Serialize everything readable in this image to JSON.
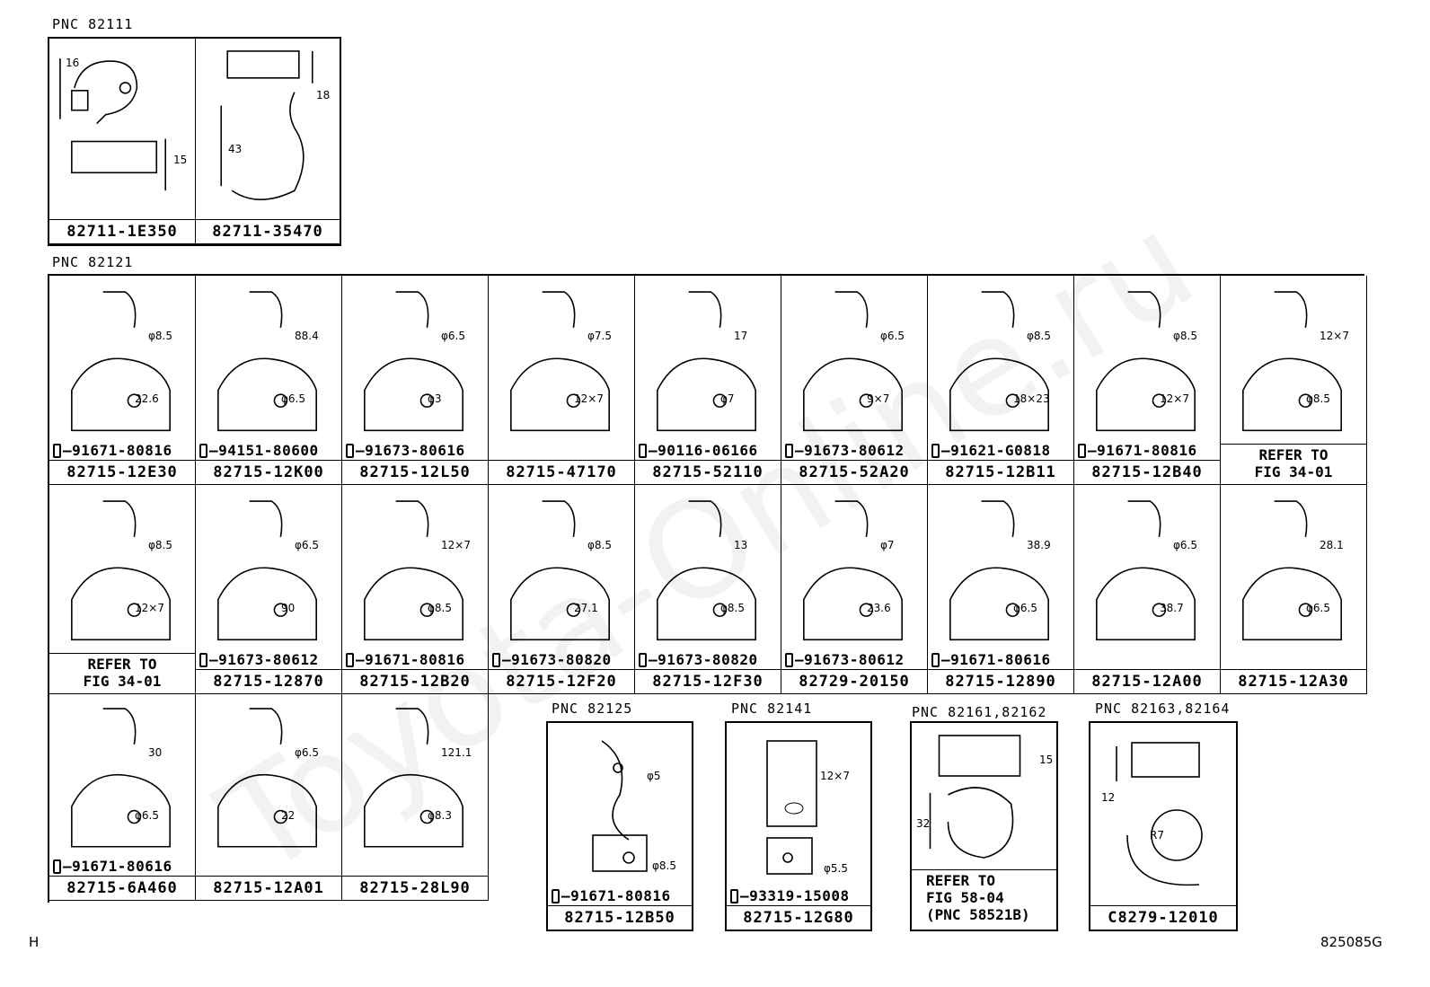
{
  "watermark": "Toyota-Online.ru",
  "page_code": "825085G",
  "page_letter": "H",
  "groups": [
    {
      "pnc": "PNC 82111",
      "parts": [
        "82711-1E350",
        "82711-35470"
      ]
    },
    {
      "pnc": "PNC 82121"
    },
    {
      "pnc": "PNC 82125",
      "parts": [
        "82715-12B50"
      ],
      "bolt": "91671-80816"
    },
    {
      "pnc": "PNC 82141",
      "parts": [
        "82715-12G80"
      ],
      "bolt": "93319-15008"
    },
    {
      "pnc": "PNC 82161,82162",
      "refer": "REFER TO\nFIG 58-04\n(PNC 58521B)"
    },
    {
      "pnc": "PNC 82163,82164",
      "parts": [
        "C8279-12010"
      ]
    }
  ],
  "row1": [
    {
      "part": "82715-12E30",
      "bolt": "91671-80816",
      "dims": [
        "φ8.5",
        "22.6"
      ]
    },
    {
      "part": "82715-12K00",
      "bolt": "94151-80600",
      "dims": [
        "88.4",
        "φ6.5"
      ]
    },
    {
      "part": "82715-12L50",
      "bolt": "91673-80616",
      "dims": [
        "φ6.5",
        "φ3"
      ]
    },
    {
      "part": "82715-47170",
      "dims": [
        "φ7.5",
        "12×7"
      ]
    },
    {
      "part": "82715-52110",
      "bolt": "90116-06166",
      "dims": [
        "17",
        "φ7"
      ]
    },
    {
      "part": "82715-52A20",
      "bolt": "91673-80612",
      "dims": [
        "φ6.5",
        "9×7"
      ]
    },
    {
      "part": "82715-12B11",
      "bolt": "91621-G0818",
      "dims": [
        "φ8.5",
        "18×23"
      ]
    },
    {
      "part": "82715-12B40",
      "bolt": "91671-80816",
      "dims": [
        "φ8.5",
        "12×7"
      ]
    },
    {
      "refer": "REFER TO\nFIG 34-01",
      "dims": [
        "12×7",
        "φ8.5"
      ]
    }
  ],
  "row2": [
    {
      "refer": "REFER TO\nFIG 34-01",
      "dims": [
        "φ8.5",
        "12×7"
      ]
    },
    {
      "part": "82715-12870",
      "bolt": "91673-80612",
      "dims": [
        "φ6.5",
        "90"
      ]
    },
    {
      "part": "82715-12B20",
      "bolt": "91671-80816",
      "dims": [
        "12×7",
        "φ8.5"
      ]
    },
    {
      "part": "82715-12F20",
      "bolt": "91673-80820",
      "dims": [
        "φ8.5",
        "27.1"
      ]
    },
    {
      "part": "82715-12F30",
      "bolt": "91673-80820",
      "dims": [
        "13",
        "φ8.5"
      ]
    },
    {
      "part": "82729-20150",
      "bolt": "91673-80612",
      "dims": [
        "φ7",
        "23.6"
      ]
    },
    {
      "part": "82715-12890",
      "bolt": "91671-80616",
      "dims": [
        "38.9",
        "φ6.5"
      ]
    },
    {
      "part": "82715-12A00",
      "dims": [
        "φ6.5",
        "38.7"
      ]
    },
    {
      "part": "82715-12A30",
      "dims": [
        "28.1",
        "φ6.5"
      ]
    }
  ],
  "row3": [
    {
      "part": "82715-6A460",
      "bolt": "91671-80616",
      "dims": [
        "30",
        "φ6.5"
      ]
    },
    {
      "part": "82715-12A01",
      "dims": [
        "φ6.5",
        "22"
      ]
    },
    {
      "part": "82715-28L90",
      "dims": [
        "121.1",
        "φ8.3"
      ]
    }
  ],
  "top_dims": {
    "a": [
      "16",
      "15"
    ],
    "b": [
      "18",
      "43"
    ]
  },
  "pnc125_dims": [
    "φ5",
    "φ8.5"
  ],
  "pnc141_dims": [
    "12×7",
    "φ5.5"
  ],
  "pnc161_dims": [
    "15",
    "32"
  ],
  "pnc163_dims": [
    "12",
    "R7"
  ]
}
